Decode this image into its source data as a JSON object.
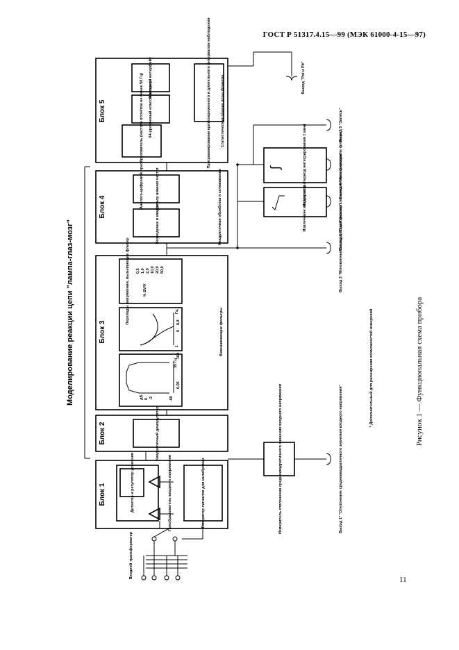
{
  "header": "ГОСТ Р 51317.4.15—99 (МЭК 61000-4-15—97)",
  "page_number": "11",
  "figure_caption": "Рисунок 1 — Функциональная схема прибора",
  "diagram": {
    "main_title": "Моделирование реакции цепи \"лампа-глаз-мозг\"",
    "footnote": "* Дополнительный для расширения возможностей измерений",
    "input_label": "Входной трансформатор",
    "blocks": {
      "b1": {
        "label": "Блок 1",
        "detector": "Детектор и регулятор усиления",
        "converter": "Преобразователь входного напряжения",
        "generator": "Генератор сигналов для калибровки"
      },
      "b2": {
        "label": "Блок 2",
        "text": "Квадратичный демодулятор"
      },
      "b3": {
        "label": "Блок 3",
        "caption": "Взвешивающие фильтры",
        "bp_db": "дБ",
        "bp_0": "0",
        "bp_m3": "-3",
        "bp_m60": "-60",
        "bp_x1": "0,05",
        "bp_x2": "35 Гц",
        "bp_x3": "100",
        "w_1": "1",
        "w_0": "0",
        "w_x": "8,8",
        "w_f": "Гц",
        "table_title": "Перепады напряжения, вызывающие фликер",
        "table_head": "% ΔV/V",
        "table_vals": [
          "0,5",
          "1,0",
          "2,0",
          "10,0",
          "20,0",
          "50,0"
        ]
      },
      "b4": {
        "label": "Блок 4",
        "caption": "Квадратичная обработка и сглаживание",
        "left": "Возведение в квадрат",
        "right": "Фильтр нижних частот"
      },
      "b5": {
        "label": "Блок 5",
        "caption": "Статистическая оценка дозы фликера",
        "adc": "Аналого-цифровой преобразователь (частота отсчётов не менее 50 Гц)",
        "classifier": "64-уровневый классификатор",
        "output_iface": "Выходной интерфейс",
        "program": "Программирование кратковременного и длительного интервалов наблюдения"
      }
    },
    "side_boxes": {
      "meter": "Измеритель отклонения среднеквадратичного значения входного напряжения",
      "sqrt": "Извлечение квадратного корня",
      "integrator": "Интегратор (период интегрирования 1 мин)"
    },
    "outputs": {
      "o1": "Выход 1* \"Отклонение среднеквадратичного значения входного напряжения\"",
      "o2": "Выход 2 \"Преобразователь мгновенного фликера\"",
      "o3": "Выход 3 \"Мгновенный возмущающий фликер\"",
      "o4": "Выход 4 \"Интегрирование фликера\"",
      "o5": "Выход 5 \"Запись\"",
      "o6": "Выход \"Pst и Plt\""
    }
  }
}
